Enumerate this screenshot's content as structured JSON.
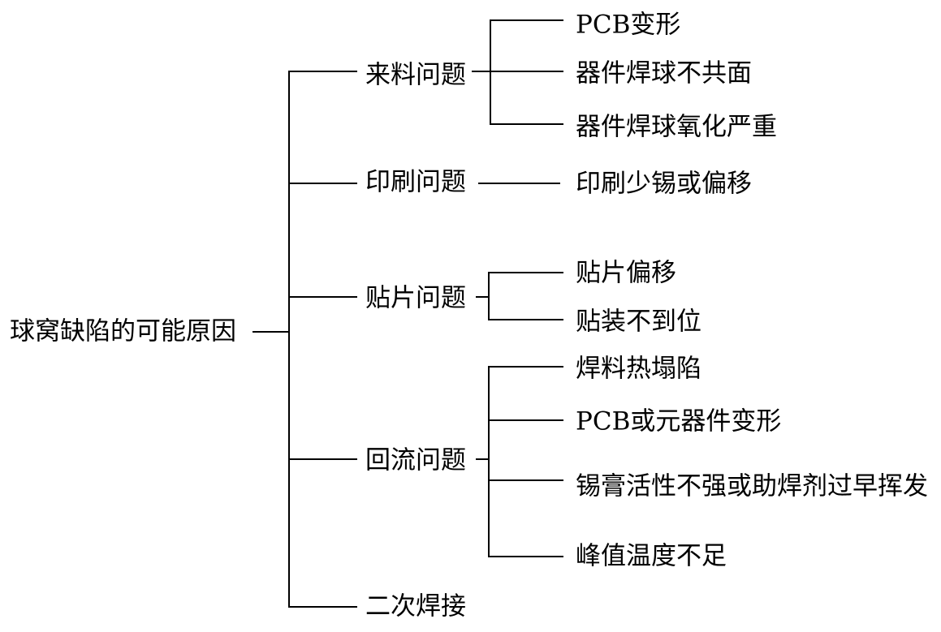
{
  "root": {
    "label": "球窝缺陷的可能原因"
  },
  "categories": [
    {
      "label": "来料问题",
      "causes": [
        "PCB变形",
        "器件焊球不共面",
        "器件焊球氧化严重"
      ]
    },
    {
      "label": "印刷问题",
      "causes": [
        "印刷少锡或偏移"
      ]
    },
    {
      "label": "贴片问题",
      "causes": [
        "贴片偏移",
        "贴装不到位"
      ]
    },
    {
      "label": "回流问题",
      "causes": [
        "焊料热塌陷",
        "PCB或元器件变形",
        "锡膏活性不强或助焊剂过早挥发",
        "峰值温度不足"
      ]
    },
    {
      "label": "二次焊接",
      "causes": []
    }
  ]
}
